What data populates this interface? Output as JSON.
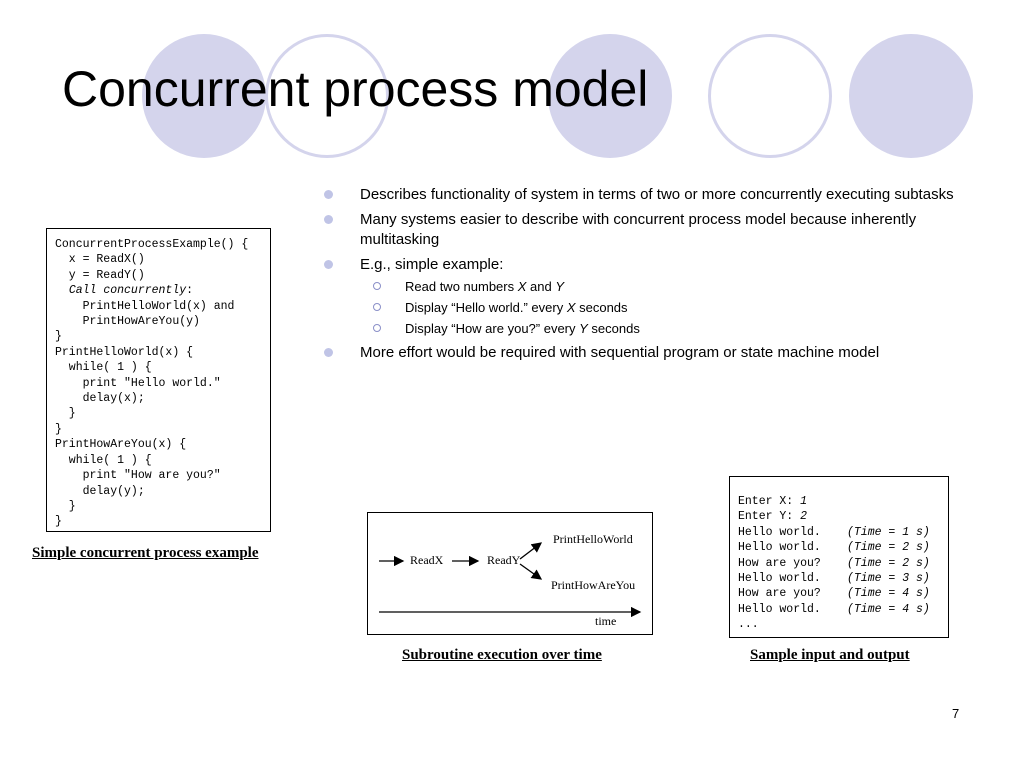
{
  "slide": {
    "title": "Concurrent process model",
    "page_number": "7",
    "accent_color": "#d4d4ec"
  },
  "bullets": [
    {
      "text": "Describes functionality of system in terms of two or more concurrently executing subtasks"
    },
    {
      "text": "Many systems easier to describe with concurrent process model because inherently multitasking"
    },
    {
      "text": "E.g., simple example:"
    },
    {
      "text": "More effort would be required with sequential program or state machine model"
    }
  ],
  "sub_bullets": [
    {
      "before": "Read two numbers ",
      "var": "X",
      "middle": " and ",
      "var2": "Y",
      "after": ""
    },
    {
      "before": "Display “Hello world.” every ",
      "var": "X",
      "after": " seconds"
    },
    {
      "before": "Display “How are you?” every ",
      "var": "Y",
      "after": " seconds"
    }
  ],
  "code": {
    "line1": "ConcurrentProcessExample() {",
    "line2": "  x = ReadX()",
    "line3": "  y = ReadY()",
    "line4_indent": "  ",
    "line4_italic": "Call concurrently",
    "line4_after": ":",
    "line5": "    PrintHelloWorld(x) and",
    "line6": "    PrintHowAreYou(y)",
    "line7": "}",
    "line8": "PrintHelloWorld(x) {",
    "line9": "  while( 1 ) {",
    "line10": "    print \"Hello world.\"",
    "line11": "    delay(x);",
    "line12": "  }",
    "line13": "}",
    "line14": "PrintHowAreYou(x) {",
    "line15": "  while( 1 ) {",
    "line16": "    print \"How are you?\"",
    "line17": "    delay(y);",
    "line18": "  }",
    "line19": "}"
  },
  "captions": {
    "code": "Simple concurrent process example",
    "diagram": "Subroutine execution over time",
    "io": "Sample input and output"
  },
  "diagram": {
    "readx": "ReadX",
    "ready": "ReadY",
    "hello": "PrintHelloWorld",
    "how": "PrintHowAreYou",
    "time": "time"
  },
  "io": {
    "r1_label": "Enter X: ",
    "r1_val": "1",
    "r2_label": "Enter Y: ",
    "r2_val": "2",
    "r3_text": "Hello world.",
    "r3_time": "(Time = 1 s)",
    "r4_text": "Hello world.",
    "r4_time": "(Time = 2 s)",
    "r5_text": "How are you?",
    "r5_time": "(Time = 2 s)",
    "r6_text": "Hello world.",
    "r6_time": "(Time = 3 s)",
    "r7_text": "How are you?",
    "r7_time": "(Time = 4 s)",
    "r8_text": "Hello world.",
    "r8_time": "(Time = 4 s)",
    "r9_text": "..."
  }
}
